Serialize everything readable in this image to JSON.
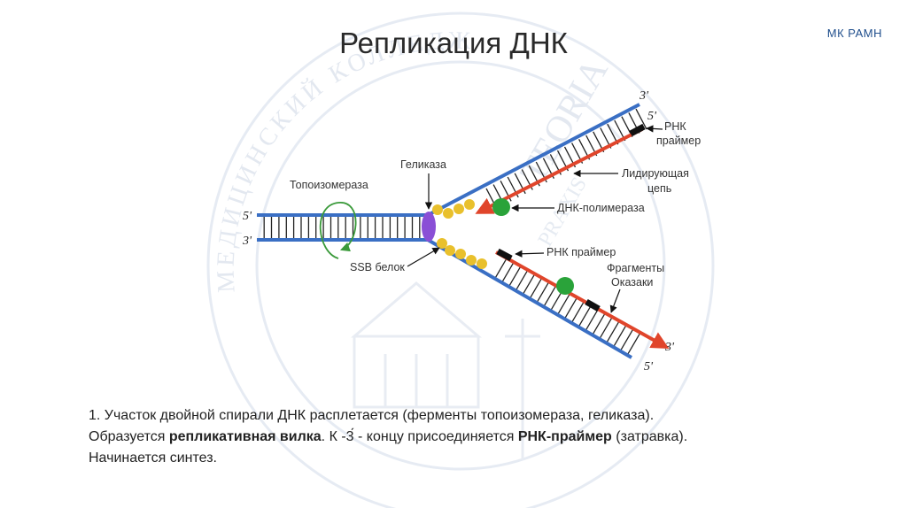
{
  "title": "Репликация ДНК",
  "brand": "МК РАМН",
  "watermark": {
    "arc_text": "МЕДИЦИНСКИЙ КОЛЛЕДЖ",
    "center_text": "TEORIA",
    "sub_text": "PRAXIS"
  },
  "labels": {
    "helicase": "Геликаза",
    "topoisomerase": "Топоизомераза",
    "ssb": "SSB белок",
    "rna_primer_top_1": "РНК",
    "rna_primer_top_2": "праймер",
    "leading_1": "Лидирующая",
    "leading_2": "цепь",
    "polymerase": "ДНК-полимераза",
    "rna_primer_bottom": "РНК праймер",
    "okazaki_1": "Фрагменты",
    "okazaki_2": "Оказаки"
  },
  "strand_ends": {
    "left_top": "5'",
    "left_bottom": "3'",
    "upper_outer": "3'",
    "upper_inner": "5'",
    "lower_red": "3'",
    "lower_blue": "5'"
  },
  "caption": {
    "line1": "1. Участок двойной спирали ДНК расплетается (ферменты топоизомераза, геликаза).",
    "l2_a": "Образуется ",
    "l2_b": "репликативная вилка",
    "l2_c": ". К -3́ - концу присоединяется ",
    "l2_d": "РНК-праймер",
    "l2_e": " (затравка).",
    "line3": "Начинается синтез."
  },
  "colors": {
    "dna_strand": "#3a6fc4",
    "new_strand": "#e0452b",
    "helicase": "#8a4fd6",
    "ssb": "#e9c02c",
    "polymerase": "#2aa33a",
    "primer": "#111111",
    "topoisomerase": "#3a9a3a",
    "brand": "#1f4e8c"
  }
}
